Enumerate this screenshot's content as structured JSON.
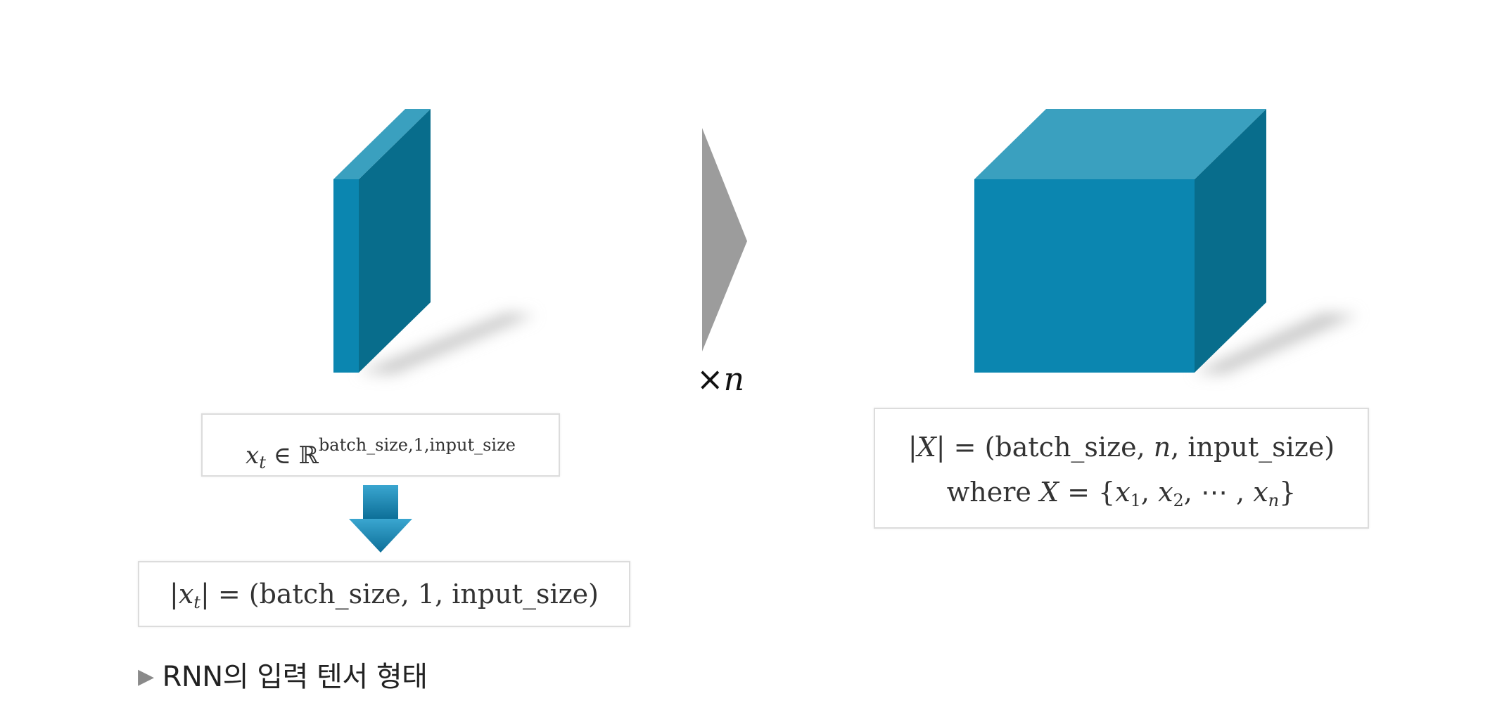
{
  "colors": {
    "block_front": "#0b86b0",
    "block_top": "#3aa0bf",
    "block_side": "#086d8c",
    "shadow": "#c9c9c9",
    "arrow_gray": "#9c9c9c",
    "down_arrow": "#1a8ab8"
  },
  "times_n": {
    "symbol": "×",
    "var": "n"
  },
  "xt_formula": {
    "var": "x",
    "sub": "t",
    "in": "∈",
    "set": "ℝ",
    "sup": "batch_size,1,input_size"
  },
  "xt_shape": {
    "lhs_open": "|",
    "var": "x",
    "sub": "t",
    "lhs_close": "| = (batch_size, 1, input_size)"
  },
  "X_shape": {
    "line1_prefix": "|",
    "line1_var": "X",
    "line1_suffix": "| = (batch_size, ",
    "line1_n": "n",
    "line1_end": ", input_size)",
    "line2_where": "where ",
    "line2_var": "X",
    "line2_eq": " = {",
    "line2_x": "x",
    "line2_s1": "1",
    "line2_sep1": ", ",
    "line2_s2": "2",
    "line2_dots": ", ⋯ , ",
    "line2_sn": "n",
    "line2_close": "}"
  },
  "caption": {
    "marker": "▶",
    "text": "RNN의 입력 텐서 형태"
  }
}
